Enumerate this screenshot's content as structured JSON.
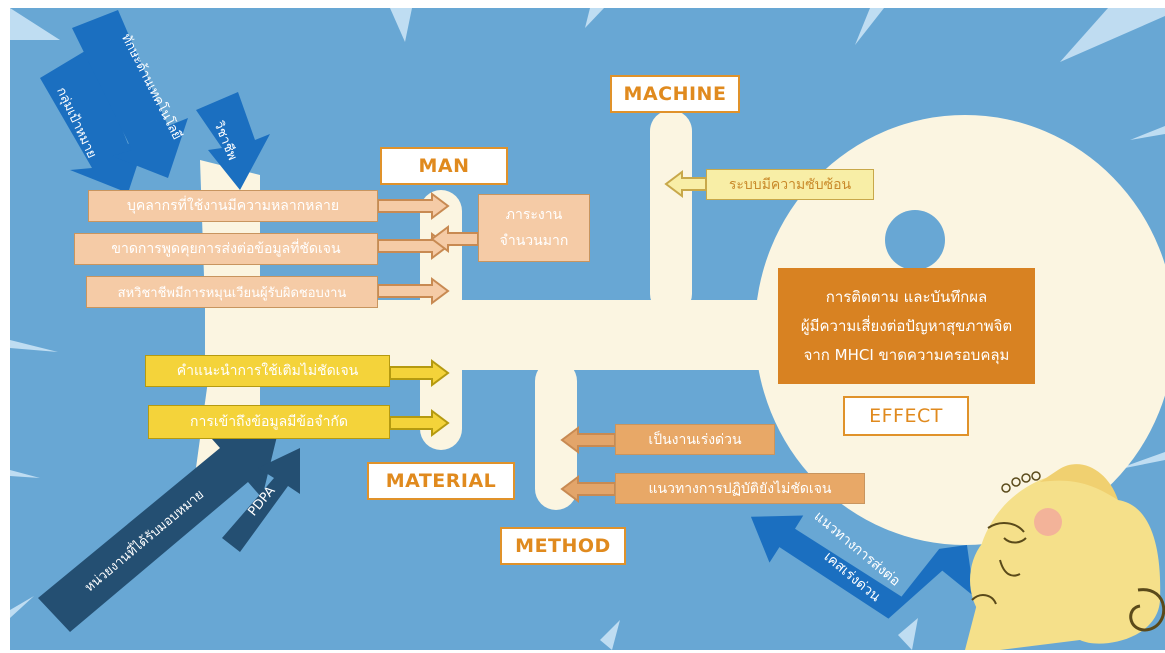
{
  "categories": {
    "machine": "MACHINE",
    "man": "MAN",
    "material": "MATERIAL",
    "method": "METHOD",
    "effect": "EFFECT"
  },
  "man_causes": [
    "บุคลากรที่ใช้งานมีความหลากหลาย",
    "ขาดการพูดคุยการส่งต่อข้อมูลที่ชัดเจน",
    "สหวิชาชีพมีการหมุนเวียนผู้รับผิดชอบงาน"
  ],
  "workload": {
    "line1": "ภาระงาน",
    "line2": "จำนวนมาก"
  },
  "material_causes": [
    "คำแนะนำการใช้เติมไม่ชัดเจน",
    "การเข้าถึงข้อมูลมีข้อจำกัด"
  ],
  "machine_cause": "ระบบมีความซับซ้อน",
  "method_causes": [
    "เป็นงานเร่งด่วน",
    "แนวทางการปฏิบัติยังไม่ชัดเจน"
  ],
  "effect_text": {
    "line1": "การติดตาม และบันทึกผล",
    "line2": "ผู้มีความเสี่ยงต่อปัญหาสุขภาพจิต",
    "line3": "จาก MHCI ขาดความครอบคลุม"
  },
  "arrow_labels": {
    "target_group": "กลุ่มเป้าหมาย",
    "tech_skill": "ทักษะด้านเทคโนโลยี",
    "profession": "วิชาชีพ",
    "assigned_units": "หน่วยงานที่ได้รับมอบหมาย",
    "pdpa": "PDPA",
    "referral_line1": "แนวทางการส่งต่อ",
    "referral_line2": "เคสเร่งด่วน"
  },
  "colors": {
    "background": "#68a7d4",
    "fish_body": "#fbf5e1",
    "arrow_blue": "#1b6fc0",
    "arrow_navy": "#244f72",
    "category_orange": "#e0922a",
    "effect_orange": "#d88222",
    "cause_peach": "#f5cba6",
    "cause_yellow": "#f4d33a",
    "cause_cream": "#f8eea6"
  }
}
